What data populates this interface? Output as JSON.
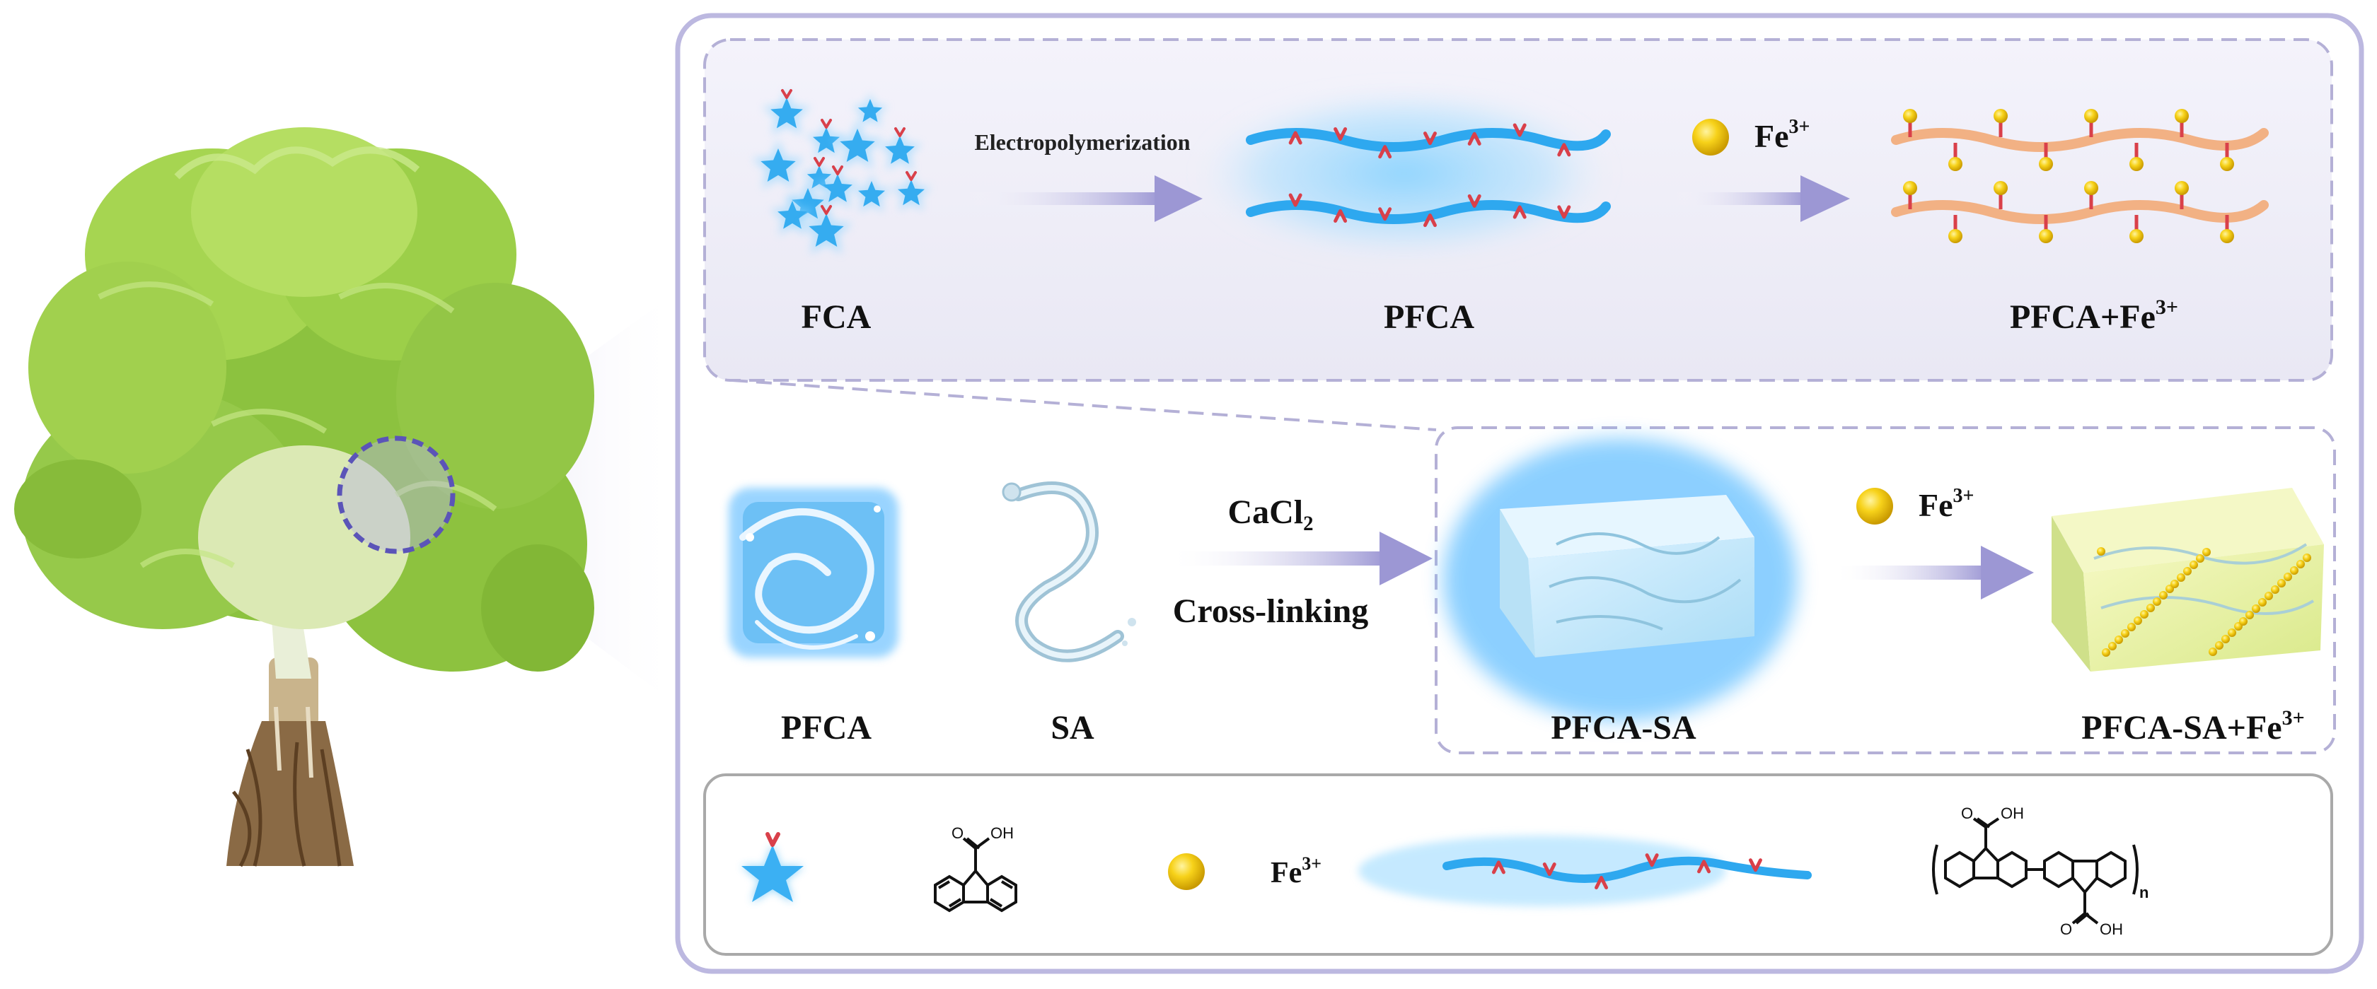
{
  "step1": {
    "monomer_label": "FCA",
    "arrow1_label": "Electropolymerization",
    "polymer_label": "PFCA",
    "ion_label": "Fe",
    "ion_charge": "3+",
    "complex_label": "PFCA+Fe",
    "complex_charge": "3+"
  },
  "step2": {
    "pfca_label": "PFCA",
    "sa_label": "SA",
    "reagent_label": "CaCl₂",
    "process_label": "Cross-linking",
    "hydrogel_label": "PFCA-SA",
    "ion_label": "Fe",
    "ion_charge": "3+",
    "complex_label": "PFCA-SA+Fe",
    "complex_charge": "3+"
  },
  "legend": {
    "ion_label": "Fe",
    "ion_charge": "3+",
    "oh_label_monomer": "OH",
    "oh_label_top": "OH",
    "oh_label_bottom": "OH",
    "repeat_n": "n"
  },
  "colors": {
    "frame": "#b6b3dd",
    "dash": "#aaa7cf",
    "polymer_blue": "#2ea8ef",
    "polymer_orange": "#f2b184",
    "pendant_red": "#d9404a",
    "fe_yellow": "#f4c400",
    "arrow": "#a39fd6"
  }
}
